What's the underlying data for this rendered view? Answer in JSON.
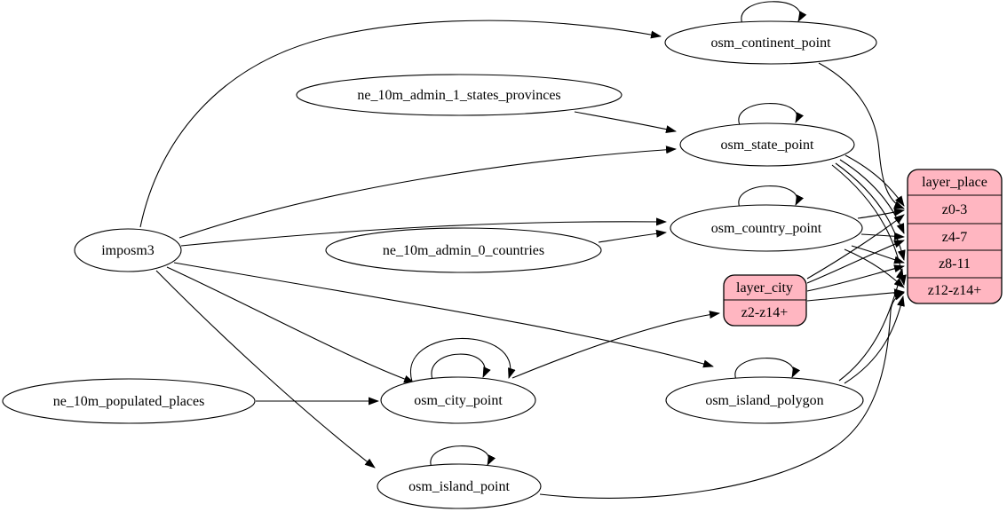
{
  "diagram": {
    "kind": "graphviz-etl-diagram",
    "background": "#ffffff",
    "colors": {
      "node_fill": "#ffffff",
      "record_fill": "#ffb6c1",
      "stroke": "#000000"
    },
    "nodes": {
      "imposm3": "imposm3",
      "ne_10m_admin_1_states_provinces": "ne_10m_admin_1_states_provinces",
      "ne_10m_admin_0_countries": "ne_10m_admin_0_countries",
      "ne_10m_populated_places": "ne_10m_populated_places",
      "osm_continent_point": "osm_continent_point",
      "osm_state_point": "osm_state_point",
      "osm_country_point": "osm_country_point",
      "osm_city_point": "osm_city_point",
      "osm_island_polygon": "osm_island_polygon",
      "osm_island_point": "osm_island_point"
    },
    "records": {
      "layer_city": {
        "title": "layer_city",
        "rows": [
          "z2-z14+"
        ]
      },
      "layer_place": {
        "title": "layer_place",
        "rows": [
          "z0-3",
          "z4-7",
          "z8-11",
          "z12-z14+"
        ]
      }
    },
    "edges": [
      {
        "from": "imposm3",
        "to": "osm_continent_point"
      },
      {
        "from": "imposm3",
        "to": "osm_state_point"
      },
      {
        "from": "imposm3",
        "to": "osm_country_point"
      },
      {
        "from": "imposm3",
        "to": "osm_city_point"
      },
      {
        "from": "imposm3",
        "to": "osm_island_polygon"
      },
      {
        "from": "imposm3",
        "to": "osm_island_point"
      },
      {
        "from": "ne_10m_admin_1_states_provinces",
        "to": "osm_state_point"
      },
      {
        "from": "ne_10m_admin_0_countries",
        "to": "osm_country_point"
      },
      {
        "from": "ne_10m_populated_places",
        "to": "osm_city_point"
      },
      {
        "from": "osm_continent_point",
        "to": "osm_continent_point"
      },
      {
        "from": "osm_state_point",
        "to": "osm_state_point"
      },
      {
        "from": "osm_country_point",
        "to": "osm_country_point"
      },
      {
        "from": "osm_city_point",
        "to": "osm_city_point"
      },
      {
        "from": "osm_city_point",
        "to": "osm_city_point"
      },
      {
        "from": "osm_island_polygon",
        "to": "osm_island_polygon"
      },
      {
        "from": "osm_island_point",
        "to": "osm_island_point"
      },
      {
        "from": "osm_city_point",
        "to": "layer_city:z2-z14+"
      },
      {
        "from": "osm_continent_point",
        "to": "layer_place:z0-3"
      },
      {
        "from": "osm_state_point",
        "to": "layer_place:z0-3"
      },
      {
        "from": "osm_state_point",
        "to": "layer_place:z4-7"
      },
      {
        "from": "osm_state_point",
        "to": "layer_place:z8-11"
      },
      {
        "from": "osm_state_point",
        "to": "layer_place:z12-z14+"
      },
      {
        "from": "osm_country_point",
        "to": "layer_place:z0-3"
      },
      {
        "from": "osm_country_point",
        "to": "layer_place:z4-7"
      },
      {
        "from": "osm_country_point",
        "to": "layer_place:z8-11"
      },
      {
        "from": "osm_country_point",
        "to": "layer_place:z12-z14+"
      },
      {
        "from": "layer_city",
        "to": "layer_place:z0-3"
      },
      {
        "from": "layer_city",
        "to": "layer_place:z4-7"
      },
      {
        "from": "layer_city",
        "to": "layer_place:z8-11"
      },
      {
        "from": "layer_city",
        "to": "layer_place:z12-z14+"
      },
      {
        "from": "osm_island_polygon",
        "to": "layer_place:z8-11"
      },
      {
        "from": "osm_island_polygon",
        "to": "layer_place:z12-z14+"
      },
      {
        "from": "osm_island_point",
        "to": "layer_place:z12-z14+"
      }
    ]
  }
}
